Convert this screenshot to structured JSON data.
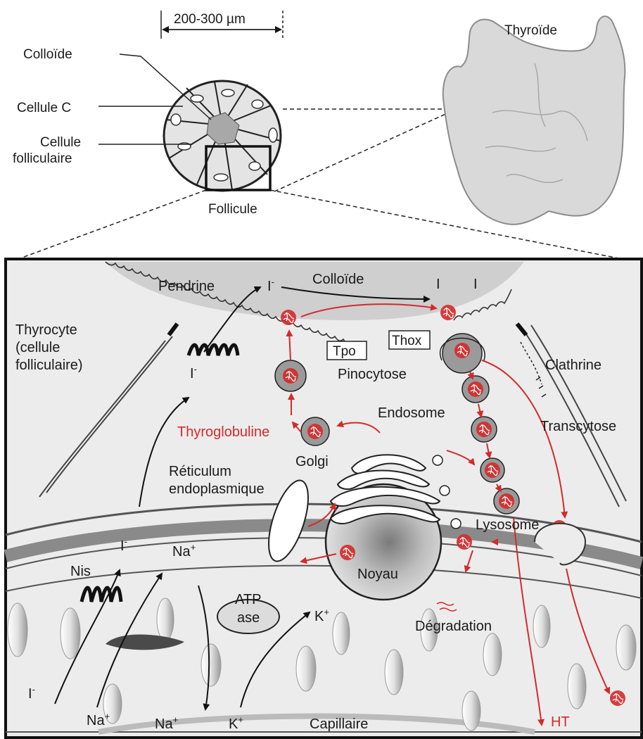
{
  "top": {
    "scale_bar": "200-300 µm",
    "thyroid": "Thyroïde",
    "follicle_labels": {
      "colloid": "Colloïde",
      "c_cell": "Cellule C",
      "follicular_cell_line1": "Cellule",
      "follicular_cell_line2": "folliculaire",
      "follicle": "Follicule"
    }
  },
  "cell": {
    "thyrocyte_line1": "Thyrocyte",
    "thyrocyte_line2": "(cellule",
    "thyrocyte_line3": "folliculaire)",
    "pendrine": "Pendrine",
    "iodide_top": "I",
    "iodide_mid": "I",
    "iodide_low": "I",
    "colloid": "Colloïde",
    "iodine_left": "I",
    "iodine_right": "I",
    "tpo": "Tpo",
    "thox": "Thox",
    "pinocytose": "Pinocytose",
    "clathrine": "Clathrine",
    "endosome": "Endosome",
    "transcytose": "Transcytose",
    "thyroglobuline": "Thyroglobuline",
    "golgi": "Golgi",
    "reticulum_line1": "Réticulum",
    "reticulum_line2": "endoplasmique",
    "lysosome": "Lysosome",
    "noyau": "Noyau",
    "degradation": "Dégradation",
    "nis": "Nis",
    "na_in": "Na",
    "atp_line1": "ATP",
    "atp_line2": "ase",
    "k_in": "K",
    "i_blood": "I",
    "na_blood": "Na",
    "na_out": "Na",
    "k_blood": "K",
    "capillaire": "Capillaire",
    "ht": "HT",
    "plus": "+",
    "minus": "-"
  },
  "colors": {
    "hormone_red": "#d42a2a",
    "colloid_gray": "#cfcfcf",
    "cell_gray": "#ececec"
  }
}
